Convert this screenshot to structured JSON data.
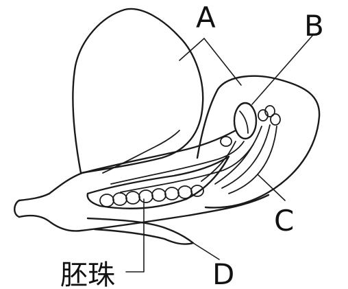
{
  "labels": {
    "a": "A",
    "b": "B",
    "c": "C",
    "d": "D",
    "ovule": "胚珠"
  }
}
